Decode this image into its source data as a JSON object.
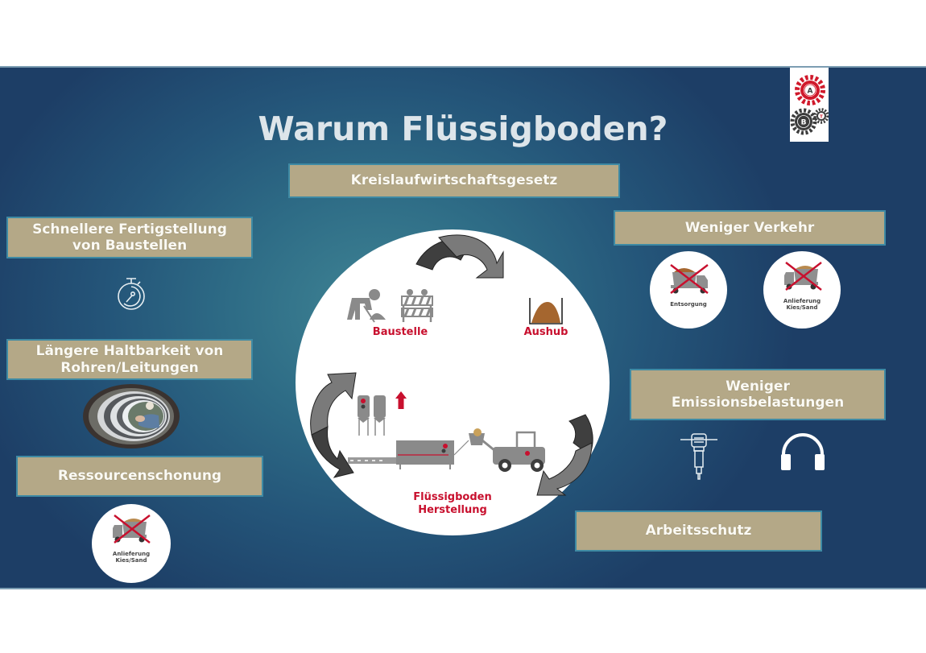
{
  "slide": {
    "title": "Warum Flüssigboden?",
    "logo": {
      "letters": [
        "A",
        "B",
        "T"
      ],
      "colors": {
        "primary": "#d0192b",
        "secondary": "#3c3c3c"
      }
    },
    "center_tag": "Kreislaufwirtschaftsgesetz",
    "cycle": {
      "stages": [
        {
          "label": "Baustelle"
        },
        {
          "label": "Aushub"
        },
        {
          "label_line1": "Flüssigboden",
          "label_line2": "Herstellung"
        }
      ]
    },
    "left": {
      "faster": {
        "line1": "Schnellere Fertigstellung",
        "line2": "von Baustellen",
        "icon": "stopwatch-icon"
      },
      "durability": {
        "line1": "Längere Haltbarkeit von",
        "line2": "Rohren/Leitungen",
        "icon": "pipe-photo"
      },
      "resources": {
        "label": "Ressourcenschonung",
        "badge_line1": "Anlieferung",
        "badge_line2": "Kies/Sand"
      }
    },
    "right": {
      "traffic": {
        "label": "Weniger Verkehr",
        "badges": [
          {
            "line1": "Entsorgung",
            "line2": ""
          },
          {
            "line1": "Anlieferung",
            "line2": "Kies/Sand"
          }
        ]
      },
      "emissions": {
        "line1": "Weniger",
        "line2": "Emissionsbelastungen",
        "icons": [
          "jackhammer-icon",
          "ear-protection-icon"
        ]
      },
      "safety": {
        "label": "Arbeitsschutz"
      }
    },
    "colors": {
      "tag_fill": "#b4a887",
      "tag_border": "#3e8aa4",
      "accent_red": "#c8102e",
      "background_dark": "#1d3e66",
      "background_light": "#3f8494"
    }
  }
}
